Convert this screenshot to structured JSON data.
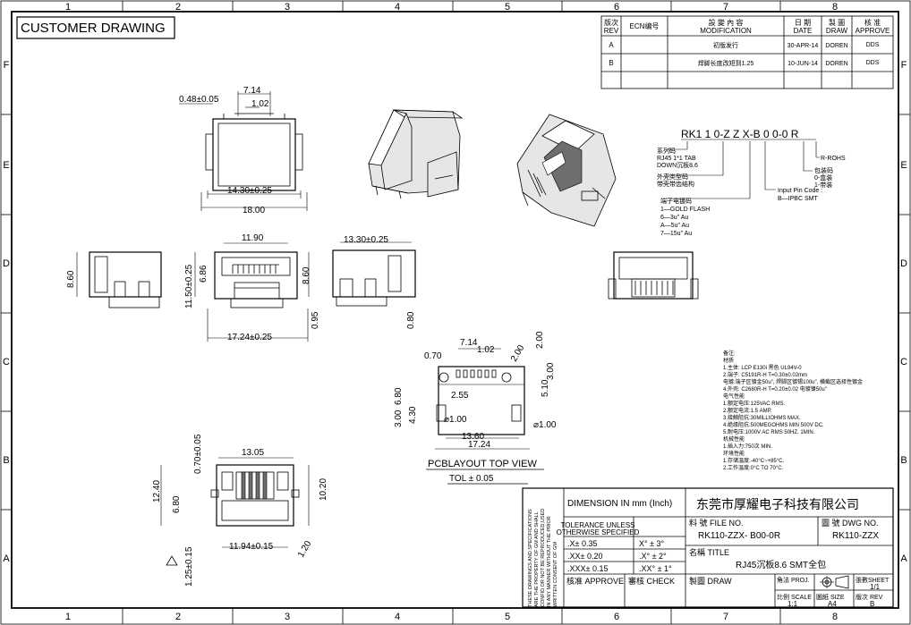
{
  "title_box": "CUSTOMER DRAWING",
  "grid_cols": [
    "1",
    "2",
    "3",
    "4",
    "5",
    "6",
    "7",
    "8"
  ],
  "grid_rows": [
    "F",
    "E",
    "D",
    "C",
    "B",
    "A"
  ],
  "revision_table": {
    "headers": {
      "rev_cn": "版次",
      "rev_en": "REV",
      "ecn": "ECN编号",
      "mod_cn": "設 變 內 容",
      "mod_en": "MODIFICATION",
      "date_cn": "日 期",
      "date_en": "DATE",
      "draw_cn": "製 圖",
      "draw_en": "DRAW",
      "appr_cn": "核 准",
      "appr_en": "APPROVE"
    },
    "rows": [
      {
        "rev": "A",
        "ecn": "",
        "mod": "初版发行",
        "date": "30-APR-14",
        "draw": "DOREN",
        "appr": "DDS"
      },
      {
        "rev": "B",
        "ecn": "",
        "mod": "焊脚长度改短到1.25",
        "date": "10-JUN-14",
        "draw": "DOREN",
        "appr": "DDS"
      }
    ]
  },
  "part_code": {
    "code": "RK1 1 0-Z Z X-B 0 0-0 R",
    "series_note": [
      "系列码",
      "RJ45 1*1 TAB",
      "DOWN沉板8.6"
    ],
    "shell_note": [
      "外壳类型码",
      "带壳带齿结构"
    ],
    "terminal_note": [
      "端子电镀码",
      "1—GOLD FLASH",
      "6—3u\" Au",
      "A—5u\" Au",
      "7—15u\" Au"
    ],
    "input_note": [
      "Input Pin Code :",
      "B—IPBC SMT"
    ],
    "pack_note": [
      "包装码",
      "0-盒装",
      "1-带装"
    ],
    "rohs_note": "R-ROHS"
  },
  "dims": {
    "d048": "0.48±0.05",
    "d714": "7.14",
    "d102": "1.02",
    "d1430": "14.30±0.25",
    "d1800": "18.00",
    "d1190": "11.90",
    "d1150": "11.50±0.25",
    "d686": "6.86",
    "d860a": "8.60",
    "d860b": "8.60",
    "d1724": "17.24±0.25",
    "d095": "0.95",
    "d1330": "13.30±0.25",
    "d080": "0.80",
    "d070": "0.70",
    "d714b": "7.14",
    "d102b": "1.02",
    "d200": "2.00",
    "d200b": "2.00",
    "d300": "3.00",
    "d510": "5.10",
    "d255": "2.55",
    "d680": "6.80",
    "d300b": "3.00",
    "d430": "4.30",
    "d100a": "⌀1.00",
    "d100b": "⌀1.00",
    "d1360": "13.60",
    "d1724b": "17.24",
    "d1305": "13.05",
    "d070c": "0.70±0.05",
    "d1240": "12.40",
    "d680b": "6.80",
    "d1020": "10.20",
    "d1194": "11.94±0.15",
    "d120": "1.20",
    "d125": "1.25±0.15"
  },
  "pcb_layout": {
    "title": "PCBLAYOUT TOP VIEW",
    "tol": "TOL ± 0.05"
  },
  "notes": [
    "备注:",
    "材质",
    "1.主体:  LCP E130i 黑色 UL94V-0",
    "2.端子:  C5191R-H  T=0.30±0.02mm",
    "电镀:端子区镀金50u\", 焊脚区镀锡100u\", 横截区选择性镀金",
    "4.外壳:  C2680R-H  T=0.20±0.02 电镀镍50u\"",
    "电气性能",
    "1.额定电压:125VAC RMS.",
    "2.额定电流:1.5 AMP.",
    "3.接触阻抗:30MILLIOHMS MAX.",
    "4.绝缘阻抗:500MEGOHMS MIN 500V DC.",
    "5.耐电压:1000V AC RMS 50HZ, 1MIN.",
    "机械性能",
    "1.插入力:750次 MIN.",
    "环境性能",
    "1.存储温度:-40°C~+85°C.",
    "2.工作温度:0°C TO 70°C."
  ],
  "side_statement": [
    "THESE DRAWINGS AND SPECIFICATIONS",
    "ARE THE PROPERTY OF GM AND SHALL",
    "CONFID OR NOT BE REPRODUCED,USED",
    "IN ANY MANNER WITHOUT THE PRIOR",
    "WRITTEN CONSENT OF GM"
  ],
  "title_block": {
    "dimension_unit": "DIMENSION IN mm (Inch)",
    "company": "东莞市厚耀电子科技有限公司",
    "tolerance_title": [
      "TOLERANCE UNLESS",
      "OTHERWISE SPECIFIED"
    ],
    "tol_rows": [
      [
        ".X± 0.35",
        "X° ± 3°"
      ],
      [
        ".XX± 0.20",
        ".X° ± 2°"
      ],
      [
        ".XXX± 0.15",
        ".XX° ± 1°"
      ]
    ],
    "file_label": "料 號  FILE NO.",
    "file_no": "RK110-ZZX- B00-0R",
    "dwg_label": "圖 號  DWG NO.",
    "dwg_no": "RK110-ZZX",
    "title_label": "名稱  TITLE",
    "title": "RJ45沉板8.6 SMT全包",
    "approve": "核准  APPROVE",
    "check": "審核  CHECK",
    "draw": "製圖  DRAW",
    "proj_label": "角法 PROJ.",
    "sheet_label": "張數SHEET",
    "sheet": "1/1",
    "scale_label": "比例 SCALE",
    "scale": "1:1",
    "size_label": "圖紙 SIZE",
    "size": "A4",
    "rev_label": "版次  REV",
    "rev": "B"
  }
}
